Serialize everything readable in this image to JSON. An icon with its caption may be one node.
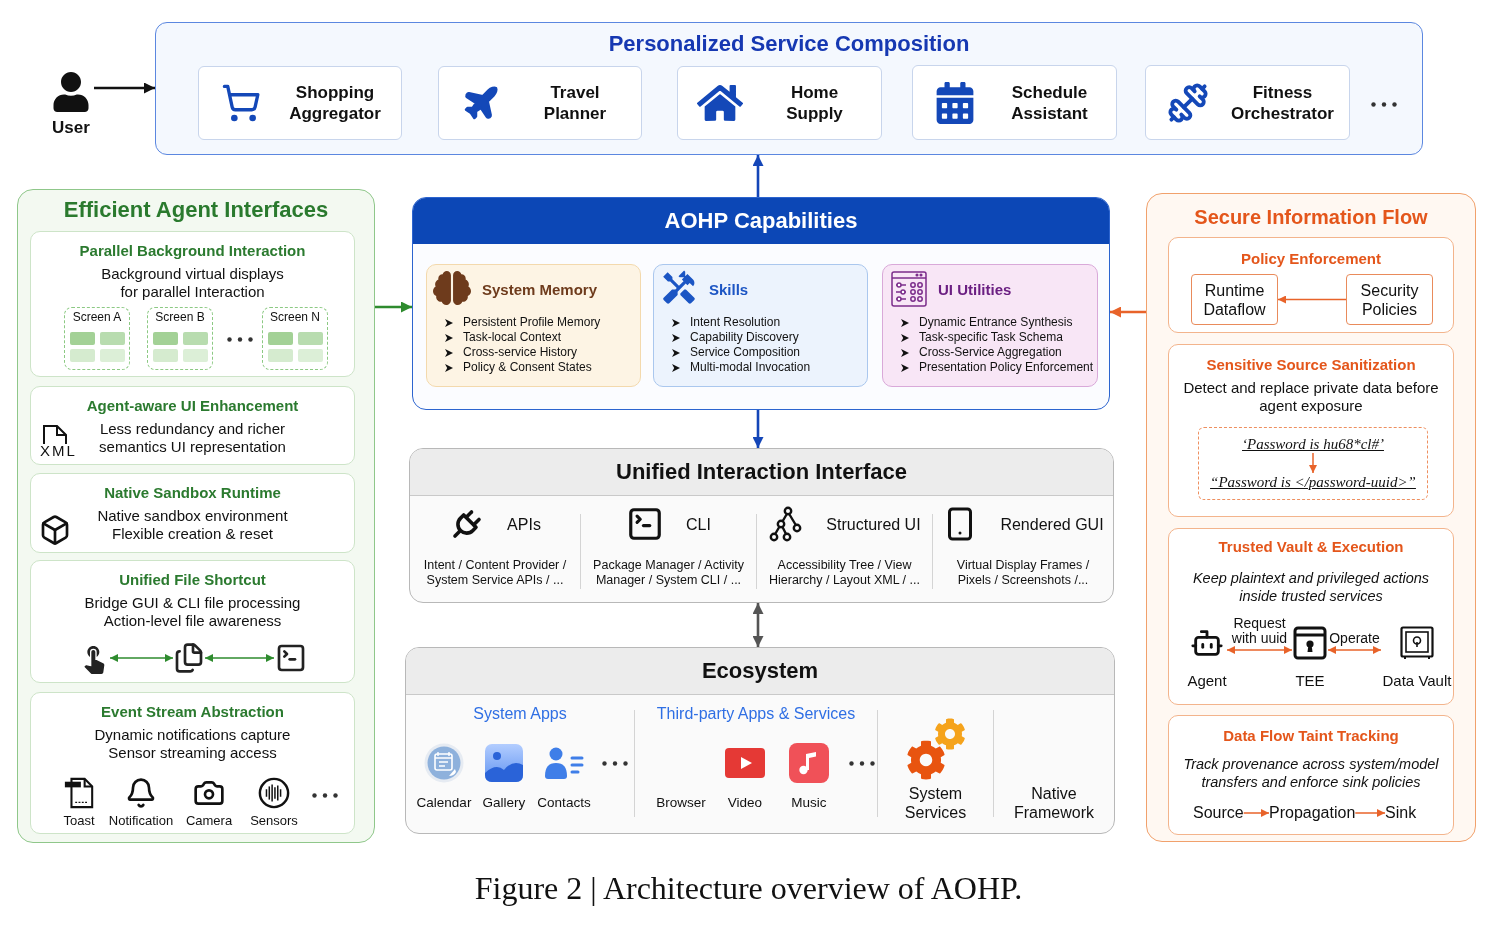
{
  "diagram": {
    "caption": "Figure 2 | Architecture overview of AOHP.",
    "nodes": [
      {
        "text": [
          "User"
        ]
      },
      {
        "text": [
          "Personalized Service Composition"
        ]
      },
      {
        "text": [
          "Shopping Aggregator"
        ],
        "in": 1
      },
      {
        "text": [
          "Travel Planner"
        ],
        "in": 1
      },
      {
        "text": [
          "Home Supply"
        ],
        "in": 1
      },
      {
        "text": [
          "Schedule Assistant"
        ],
        "in": 1
      },
      {
        "text": [
          "Fitness Orchestrator"
        ],
        "in": 1
      },
      {
        "text": [
          "Efficient Agent Interfaces"
        ]
      },
      {
        "text": [
          "Parallel Background Interaction",
          "Background virtual displays for parallel Interaction"
        ],
        "in": 7
      },
      {
        "text": [
          "Screen A"
        ],
        "in": 8
      },
      {
        "text": [
          "Screen B"
        ],
        "in": 8
      },
      {
        "text": [
          "Screen N"
        ],
        "in": 8
      },
      {
        "text": [
          "Agent-aware UI Enhancement",
          "XML",
          "Less redundancy and richer semantics UI representation"
        ],
        "in": 7
      },
      {
        "text": [
          "Native Sandbox Runtime",
          "Native sandbox environment",
          "Flexible creation & reset"
        ],
        "in": 7
      },
      {
        "text": [
          "Unified File Shortcut",
          "Bridge GUI & CLI file processing",
          "Action-level file awareness"
        ],
        "in": 7
      },
      {
        "text": [],
        "shape": "picture",
        "in": 14
      },
      {
        "text": [],
        "shape": "picture",
        "in": 14
      },
      {
        "text": [],
        "shape": "picture",
        "in": 14
      },
      {
        "text": [
          "Event Stream Abstraction",
          "Dynamic notifications capture",
          "Sensor streaming access",
          "Toast",
          "Notification",
          "Camera",
          "Sensors"
        ],
        "in": 7
      },
      {
        "text": [
          "AOHP Capabilities"
        ]
      },
      {
        "text": [
          "System Memory",
          "Persistent Profile Memory",
          "Task-local Context",
          "Cross-service History",
          "Policy & Consent States"
        ],
        "in": 19
      },
      {
        "text": [
          "Skills",
          "Intent Resolution",
          "Capability Discovery",
          "Service Composition",
          "Multi-modal Invocation"
        ],
        "in": 19
      },
      {
        "text": [
          "UI Utilities",
          "Dynamic Entrance Synthesis",
          "Task-specific Task Schema",
          "Cross-Service Aggregation",
          "Presentation Policy Enforcement"
        ],
        "in": 19
      },
      {
        "text": [
          "Unified Interaction Interface",
          "APIs",
          "Intent / Content Provider / System Service APIs / ...",
          "CLI",
          "Package Manager / Activity Manager / System CLI / ...",
          "Structured UI",
          "Accessibility Tree / View Hierarchy / Layout XML / ...",
          "Rendered GUI",
          "Virtual Display Frames / Pixels / Screenshots /..."
        ]
      },
      {
        "text": [
          "Ecosystem",
          "System Apps",
          "Calendar",
          "Gallery",
          "Contacts",
          "Third-party Apps & Services",
          "Browser",
          "Video",
          "Music",
          "System Services",
          "Native Framework"
        ]
      },
      {
        "text": [
          "Secure Information Flow"
        ]
      },
      {
        "text": [
          "Policy Enforcement"
        ],
        "in": 25
      },
      {
        "text": [
          "Runtime Dataflow"
        ],
        "in": 26
      },
      {
        "text": [
          "Security Policies"
        ],
        "in": 26
      },
      {
        "text": [
          "Sensitive Source Sanitization",
          "Detect and replace private data before agent exposure"
        ],
        "in": 25
      },
      {
        "text": [],
        "shape": "box",
        "in": 29
      },
      {
        "text": [
          "‘Password is hu68*cl#’"
        ],
        "in": 30
      },
      {
        "text": [
          "“Password is </password-uuid>”"
        ],
        "in": 30
      },
      {
        "text": [
          "Trusted Vault & Execution",
          "Keep plaintext and privileged actions inside trusted services"
        ],
        "in": 25
      },
      {
        "text": [
          "Agent"
        ],
        "in": 33
      },
      {
        "text": [
          "TEE"
        ],
        "in": 33
      },
      {
        "text": [
          "Data Vault"
        ],
        "in": 33
      },
      {
        "text": [
          "Data Flow Taint Tracking",
          "Track provenance across system/model transfers and enforce sink policies"
        ],
        "in": 25
      },
      {
        "text": [
          "Source"
        ],
        "in": 37
      },
      {
        "text": [
          "Propagation"
        ],
        "in": 37
      },
      {
        "text": [
          "Sink"
        ],
        "in": 37
      }
    ],
    "edges": [
      {
        "from": 0,
        "to": 1,
        "arrow": "to",
        "color": "#111111"
      },
      {
        "from": 19,
        "to": 1,
        "arrow": "to",
        "color": "#1446b8"
      },
      {
        "from": 7,
        "to": 19,
        "arrow": "to",
        "color": "#2e8b2e"
      },
      {
        "from": 25,
        "to": 19,
        "arrow": "to"
      },
      {
        "from": 19,
        "to": 23,
        "arrow": "to",
        "color": "#1446b8"
      },
      {
        "from": 23,
        "to": 24,
        "arrow": "both",
        "color": "#555555"
      },
      {
        "from": 15,
        "to": 16,
        "arrow": "both",
        "color": "#2e8b2e"
      },
      {
        "from": 16,
        "to": 17,
        "arrow": "both",
        "color": "#2e8b2e"
      },
      {
        "from": 28,
        "to": 27,
        "arrow": "to"
      },
      {
        "from": 31,
        "to": 32,
        "arrow": "to"
      },
      {
        "from": 34,
        "to": 35,
        "arrow": "both",
        "label": "Request with uuid"
      },
      {
        "from": 35,
        "to": 36,
        "arrow": "both",
        "label": "Operate"
      },
      {
        "from": 38,
        "to": 39,
        "arrow": "to"
      },
      {
        "from": 39,
        "to": 40,
        "arrow": "to"
      }
    ]
  }
}
